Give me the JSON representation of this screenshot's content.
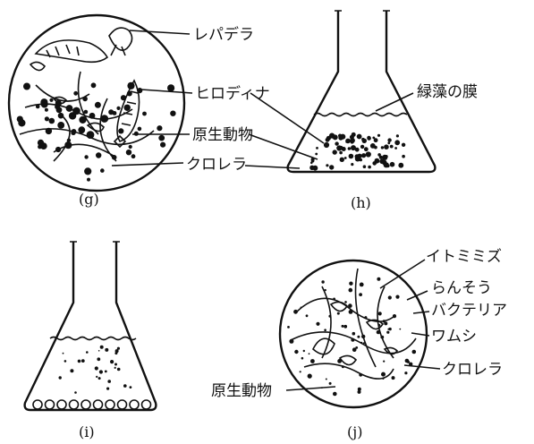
{
  "panels": {
    "g": {
      "caption": "(g)",
      "labels": [
        "レパデラ",
        "ヒロディナ",
        "原生動物",
        "クロレラ"
      ]
    },
    "h": {
      "caption": "(h)",
      "labels": [
        "緑藻の膜"
      ]
    },
    "i": {
      "caption": "(i)"
    },
    "j": {
      "caption": "(j)",
      "labels": [
        "イトミミズ",
        "らんそう",
        "バクテリア",
        "ワムシ",
        "クロレラ",
        "原生動物"
      ]
    }
  }
}
